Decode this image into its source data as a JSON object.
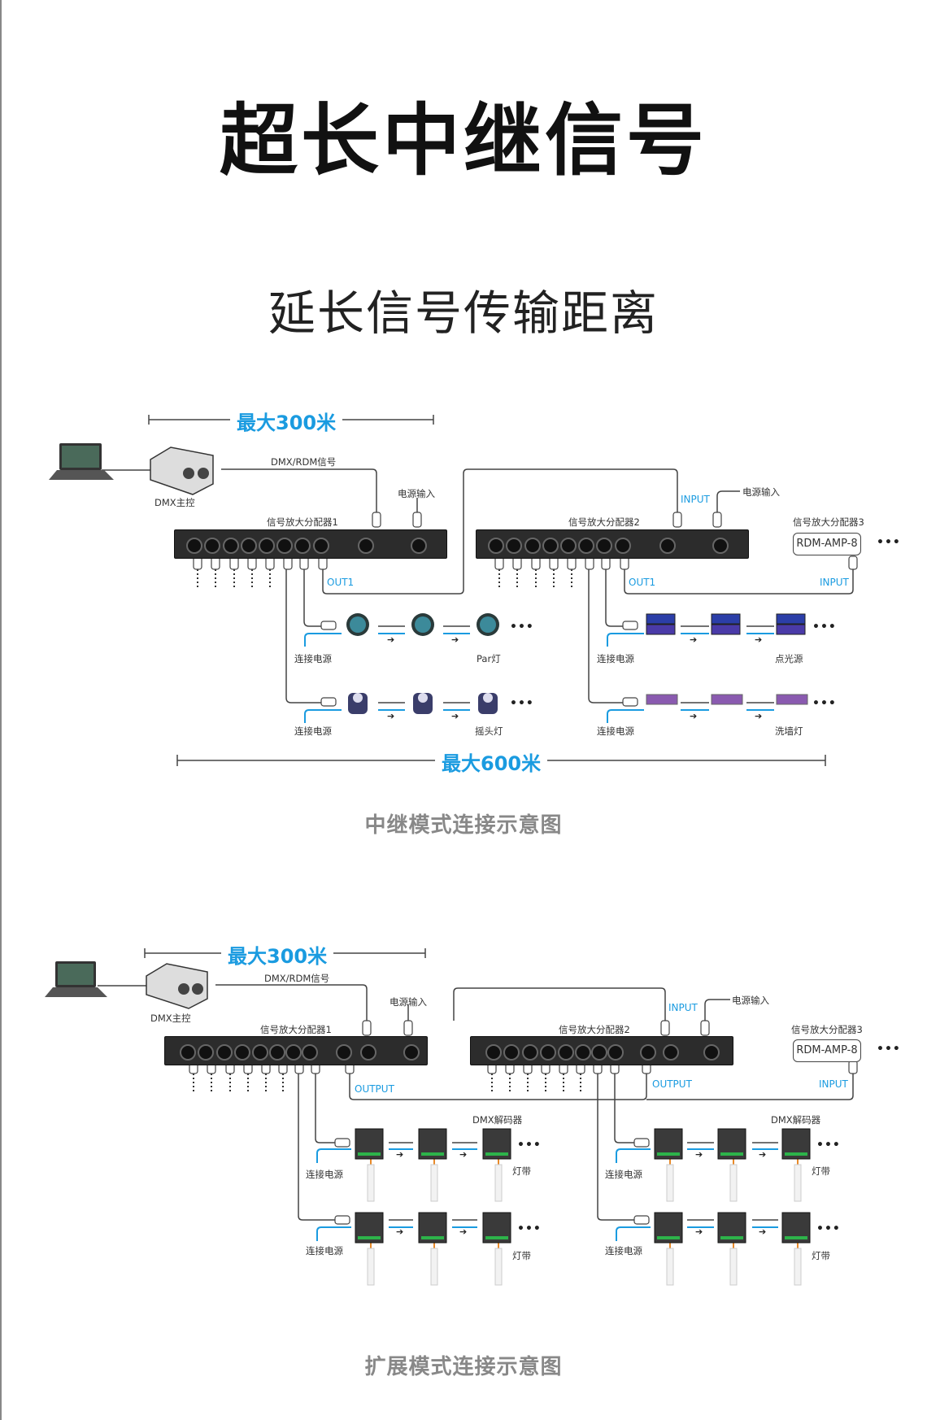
{
  "title": "超长中继信号",
  "subtitle": "延长信号传输距离",
  "colors": {
    "accent": "#1a9be0",
    "caption": "#888888",
    "title": "#111111"
  },
  "diagram1": {
    "distance_short": "最大300米",
    "distance_long": "最大600米",
    "controller_label": "DMX主控",
    "signal_label": "DMX/RDM信号",
    "power_label_1": "电源输入",
    "power_label_2": "电源输入",
    "amp1_label": "信号放大分配器1",
    "amp2_label": "信号放大分配器2",
    "amp3_label": "信号放大分配器3",
    "amp3_model": "RDM-AMP-8",
    "out1_a": "OUT1",
    "out1_b": "OUT1",
    "input_a": "INPUT",
    "input_b": "INPUT",
    "rows": [
      {
        "power": "连接电源",
        "device": "Par灯"
      },
      {
        "power": "连接电源",
        "device": "摇头灯"
      },
      {
        "power": "连接电源",
        "device": "点光源"
      },
      {
        "power": "连接电源",
        "device": "洗墙灯"
      }
    ],
    "ellipsis": "•••",
    "caption": "中继模式连接示意图"
  },
  "diagram2": {
    "distance_short": "最大300米",
    "controller_label": "DMX主控",
    "signal_label": "DMX/RDM信号",
    "power_label_1": "电源输入",
    "power_label_2": "电源输入",
    "amp1_label": "信号放大分配器1",
    "amp2_label": "信号放大分配器2",
    "amp3_label": "信号放大分配器3",
    "amp3_model": "RDM-AMP-8",
    "output_a": "OUTPUT",
    "output_b": "OUTPUT",
    "input_a": "INPUT",
    "input_b": "INPUT",
    "decoder_label_a": "DMX解码器",
    "decoder_label_b": "DMX解码器",
    "rows": [
      {
        "power": "连接电源",
        "device": "灯带"
      },
      {
        "power": "连接电源",
        "device": "灯带"
      },
      {
        "power": "连接电源",
        "device": "灯带"
      },
      {
        "power": "连接电源",
        "device": "灯带"
      }
    ],
    "ellipsis": "•••",
    "caption": "扩展模式连接示意图"
  }
}
